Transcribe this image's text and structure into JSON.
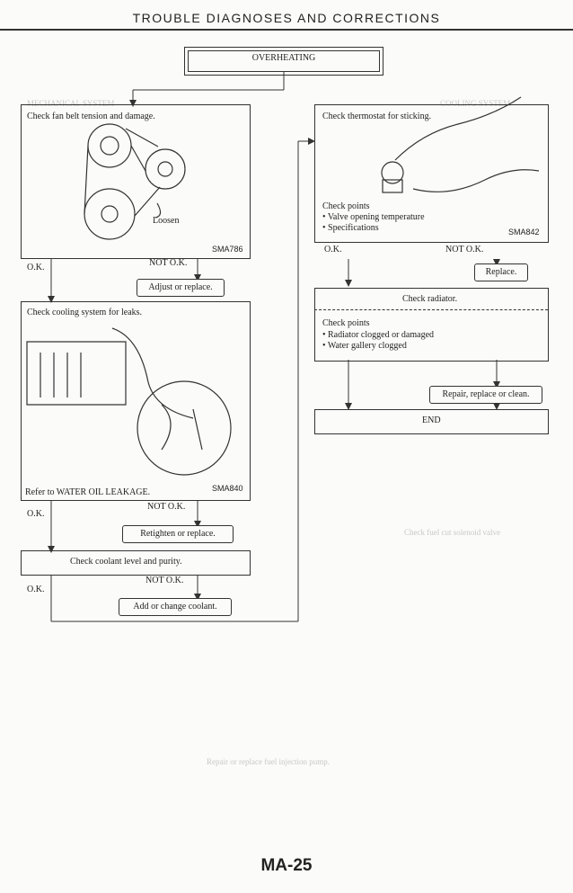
{
  "header": {
    "title": "TROUBLE DIAGNOSES AND CORRECTIONS"
  },
  "page_number": "MA-25",
  "flow": {
    "start": "OVERHEATING",
    "fan_belt": {
      "label": "Check fan belt tension and damage.",
      "loosen": "Loosen",
      "code": "SMA786"
    },
    "ok": "O.K.",
    "not_ok": "NOT O.K.",
    "adjust": "Adjust or replace.",
    "cooling_system": {
      "label": "Check cooling system for leaks.",
      "refer": "Refer to WATER OIL LEAKAGE.",
      "code": "SMA840"
    },
    "retighten": "Retighten or replace.",
    "coolant": {
      "label": "Check coolant level and purity."
    },
    "add_change": "Add or change coolant.",
    "thermostat": {
      "label": "Check thermostat for sticking.",
      "check_points": "Check points",
      "points": [
        "• Valve opening temperature",
        "• Specifications"
      ],
      "code": "SMA842"
    },
    "replace": "Replace.",
    "radiator": {
      "label": "Check radiator.",
      "check_points": "Check points",
      "points": [
        "• Radiator clogged or damaged",
        "• Water gallery clogged"
      ]
    },
    "repair": "Repair, replace or clean.",
    "end": "END"
  }
}
